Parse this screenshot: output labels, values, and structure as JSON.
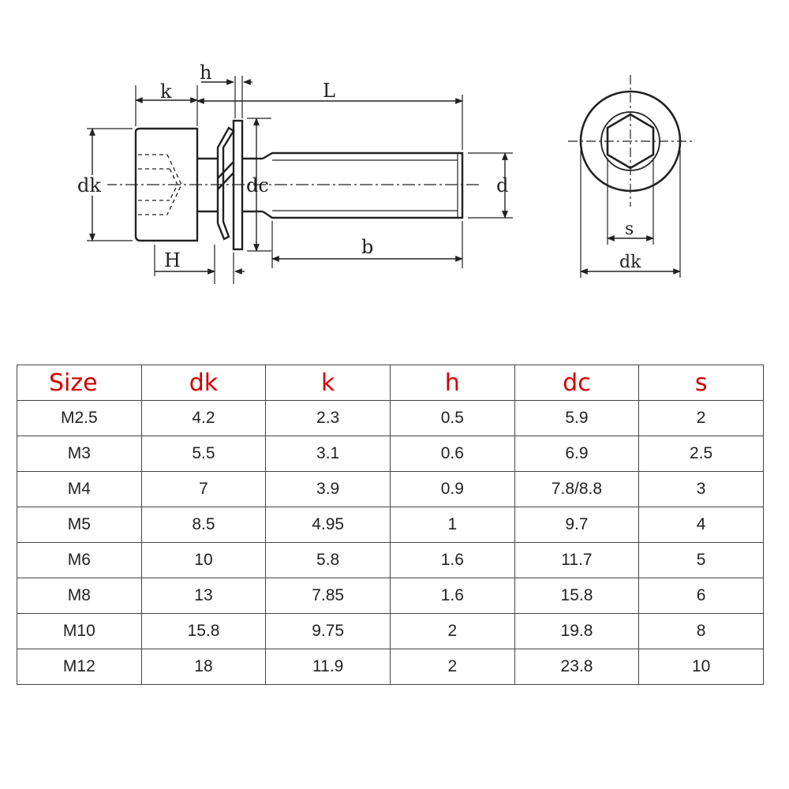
{
  "diagram": {
    "side_labels": {
      "k": "k",
      "h": "h",
      "L": "L",
      "dk": "dk",
      "dc": "dc",
      "d": "d",
      "H": "H",
      "b": "b"
    },
    "end_labels": {
      "s": "s",
      "dk": "dk"
    }
  },
  "table": {
    "headers": [
      "Size",
      "dk",
      "k",
      "h",
      "dc",
      "s"
    ],
    "rows": [
      [
        "M2.5",
        "4.2",
        "2.3",
        "0.5",
        "5.9",
        "2"
      ],
      [
        "M3",
        "5.5",
        "3.1",
        "0.6",
        "6.9",
        "2.5"
      ],
      [
        "M4",
        "7",
        "3.9",
        "0.9",
        "7.8/8.8",
        "3"
      ],
      [
        "M5",
        "8.5",
        "4.95",
        "1",
        "9.7",
        "4"
      ],
      [
        "M6",
        "10",
        "5.8",
        "1.6",
        "11.7",
        "5"
      ],
      [
        "M8",
        "13",
        "7.85",
        "1.6",
        "15.8",
        "6"
      ],
      [
        "M10",
        "15.8",
        "9.75",
        "2",
        "19.8",
        "8"
      ],
      [
        "M12",
        "18",
        "11.9",
        "2",
        "23.8",
        "10"
      ]
    ],
    "header_color": "#d40000"
  }
}
